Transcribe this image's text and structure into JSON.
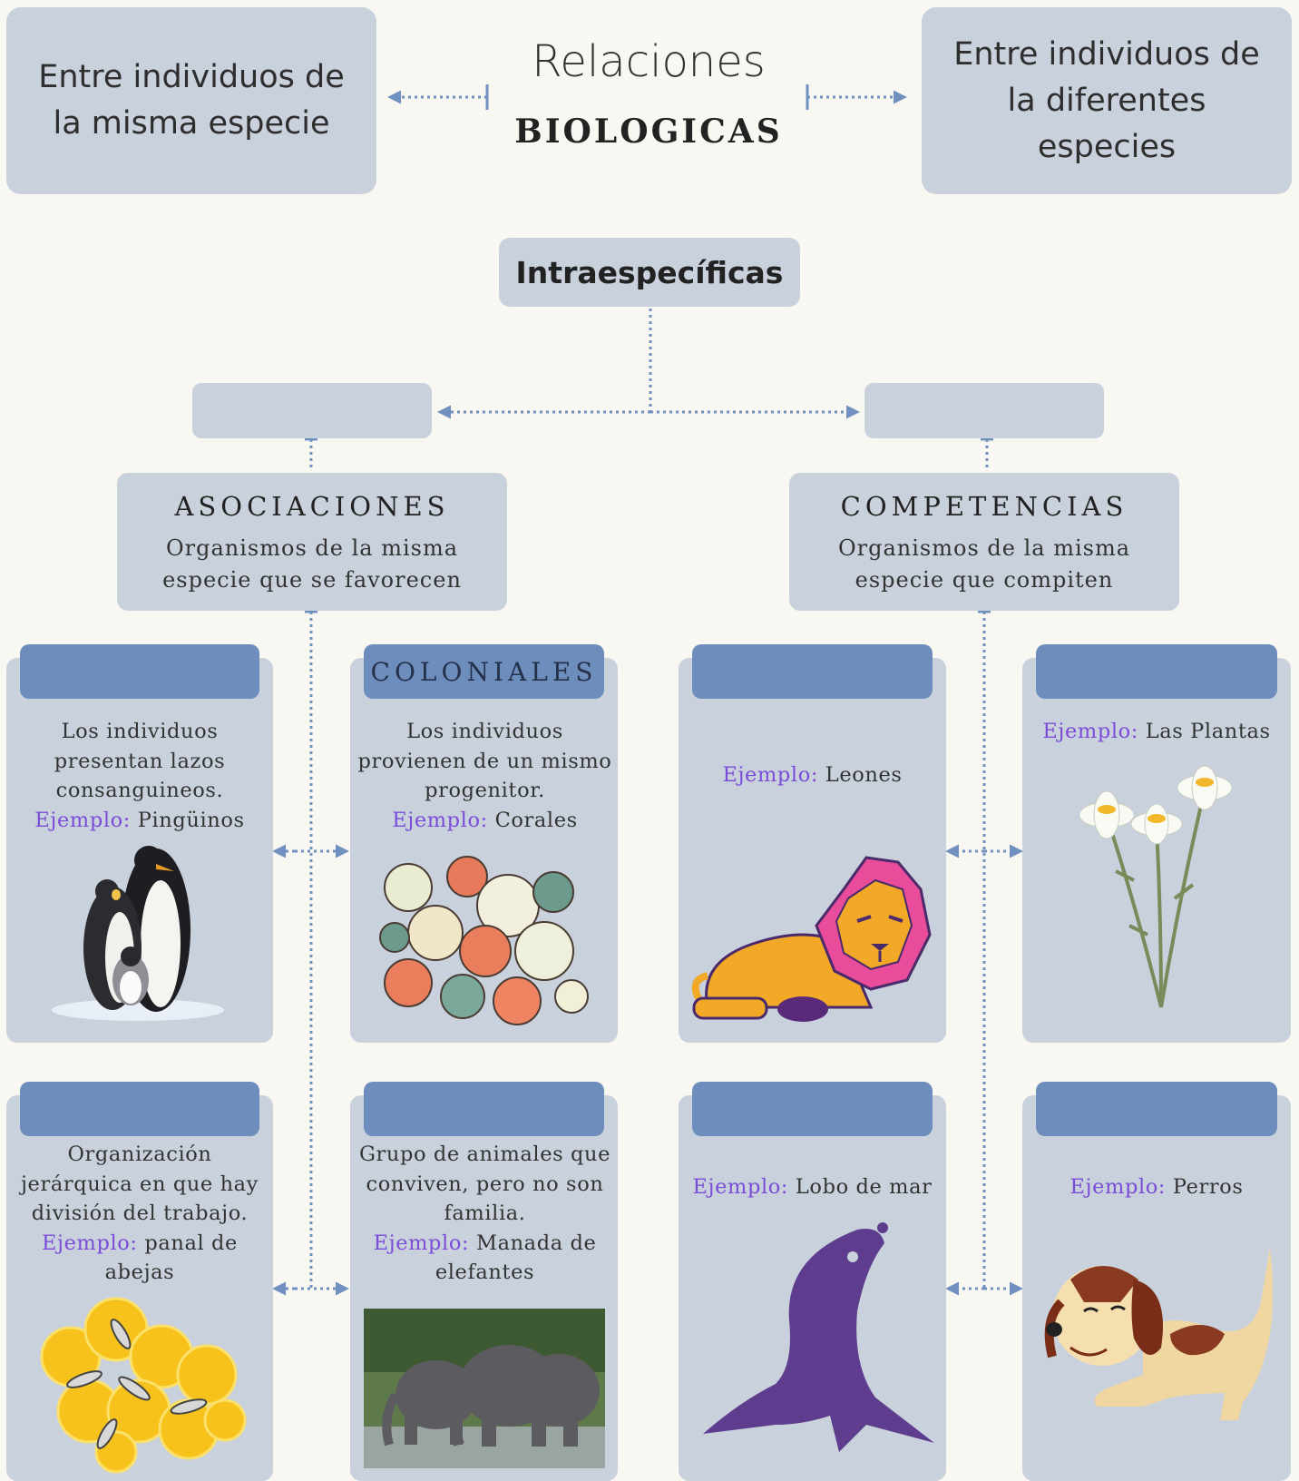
{
  "header": {
    "title_line1": "Relaciones",
    "title_line2": "BIOLOGICAS",
    "left_box": "Entre individuos de la misma especie",
    "right_box": "Entre individuos de la diferentes especies"
  },
  "center": {
    "title": "Intraespecíficas"
  },
  "branches": {
    "left": {
      "title": "ASOCIACIONES",
      "desc": "Organismos de la misma especie que se favorecen"
    },
    "right": {
      "title": "COMPETENCIAS",
      "desc": "Organismos de la misma especie que compiten"
    }
  },
  "example_label": "Ejemplo:",
  "cards": {
    "familiares": {
      "tab": "",
      "text": "Los individuos presentan lazos consanguineos.",
      "example": "Pingüinos"
    },
    "coloniales": {
      "tab": "COLONIALES",
      "text": "Los individuos provienen de un mismo progenitor.",
      "example": "Corales"
    },
    "leones": {
      "tab": "",
      "example": "Leones"
    },
    "plantas": {
      "tab": "",
      "example": "Las Plantas"
    },
    "estatales": {
      "tab": "",
      "text": "Organización jerárquica en que hay división del trabajo.",
      "example": "panal de abejas"
    },
    "gregarias": {
      "tab": "",
      "text": "Grupo de animales que conviven, pero no son familia.",
      "example": "Manada de elefantes"
    },
    "lobo": {
      "tab": "",
      "example": "Lobo de mar"
    },
    "perros": {
      "tab": "",
      "example": "Perros"
    }
  },
  "colors": {
    "background": "#f8f7f2",
    "box": "#c9d1dc",
    "tab": "#6d8dbd",
    "connector": "#7090c0",
    "example": "#7a4cd8"
  },
  "icons": [
    "penguin-icon",
    "coral-icon",
    "lion-icon",
    "daisy-icon",
    "honeycomb-icon",
    "elephant-photo",
    "sea-lion-icon",
    "dog-icon"
  ]
}
